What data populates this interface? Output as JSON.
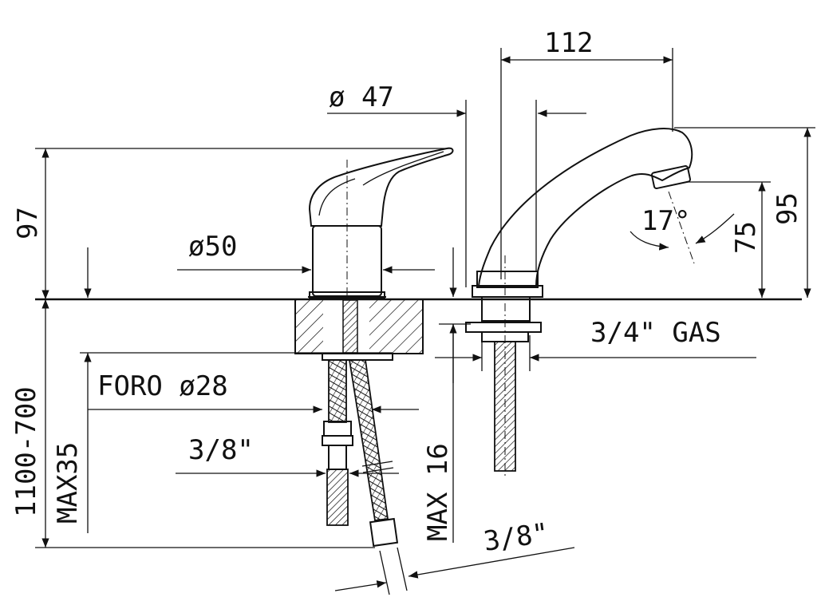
{
  "dimensions": {
    "top_width": "112",
    "spout_diameter": "ø 47",
    "body_diameter": "ø50",
    "mixer_height": "97",
    "spout_height": "95",
    "spout_outlet_height": "75",
    "spout_angle": "17°",
    "spout_thread": "3/4\" GAS",
    "hole_diameter": "FORO ø28",
    "hose_thread_left": "3/8\"",
    "hose_thread_right": "3/8\"",
    "hose_length": "1100-700",
    "mixer_max_thickness": "MAX35",
    "spout_max_thickness": "MAX 16"
  }
}
